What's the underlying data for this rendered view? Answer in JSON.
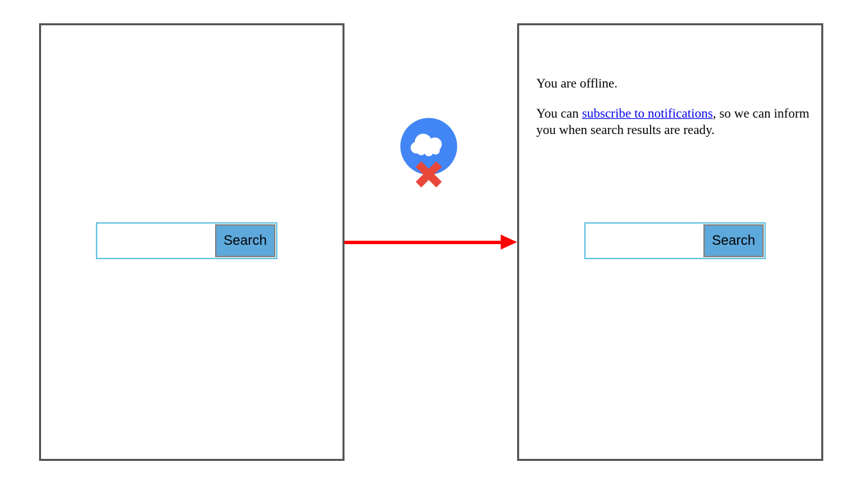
{
  "left_page": {
    "search_input": {
      "value": "",
      "placeholder": ""
    },
    "search_button_label": "Search"
  },
  "connector": {
    "offline_icon": "cloud-offline-icon",
    "error_icon": "x-mark-icon",
    "arrow_icon": "arrow-right-icon"
  },
  "right_page": {
    "offline_message": "You are offline.",
    "notify_prefix": "You can ",
    "notify_link": "subscribe to notifications",
    "notify_suffix": ", so we can inform you when search results are ready.",
    "search_input": {
      "value": "",
      "placeholder": ""
    },
    "search_button_label": "Search"
  },
  "colors": {
    "panel_border": "#58585a",
    "search_input_border": "#66c4e2",
    "search_button_fill": "#5ea9dc",
    "search_button_border": "#828282",
    "badge_circle": "#4285f4",
    "badge_cloud": "#ffffff",
    "badge_x": "#e8473a",
    "arrow": "#fe0000",
    "link": "#0000ee",
    "text": "#000000"
  }
}
